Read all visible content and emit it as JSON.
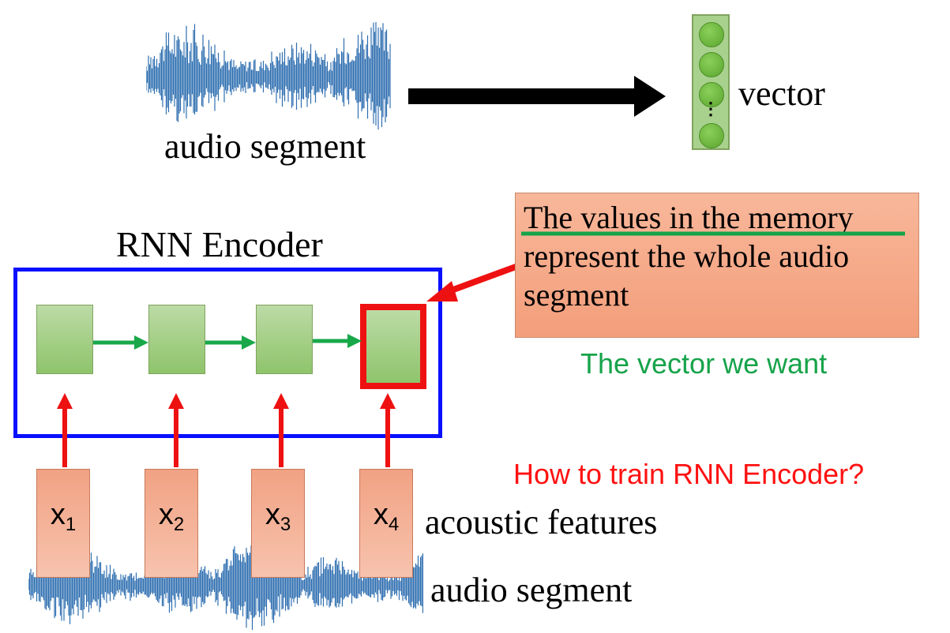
{
  "top": {
    "waveform_label": "audio segment",
    "vector_label": "vector",
    "vector_ellipsis": "⋮"
  },
  "encoder": {
    "title": "RNN Encoder",
    "inputs": [
      {
        "name": "x",
        "sub": "1"
      },
      {
        "name": "x",
        "sub": "2"
      },
      {
        "name": "x",
        "sub": "3"
      },
      {
        "name": "x",
        "sub": "4"
      }
    ],
    "features_label": "acoustic features",
    "audio_label": "audio segment"
  },
  "callout": {
    "text": "The values in the memory represent the whole audio segment"
  },
  "notes": {
    "vector_we_want": "The vector we want",
    "how_to_train": "How to train RNN Encoder?"
  },
  "colors": {
    "encoder_border": "#0a10ff",
    "highlight": "#ee1111",
    "green_arrow": "#18a84a",
    "red_arrow": "#ee1111",
    "underline": "#16a34a",
    "wave": "#2f6fb0"
  }
}
